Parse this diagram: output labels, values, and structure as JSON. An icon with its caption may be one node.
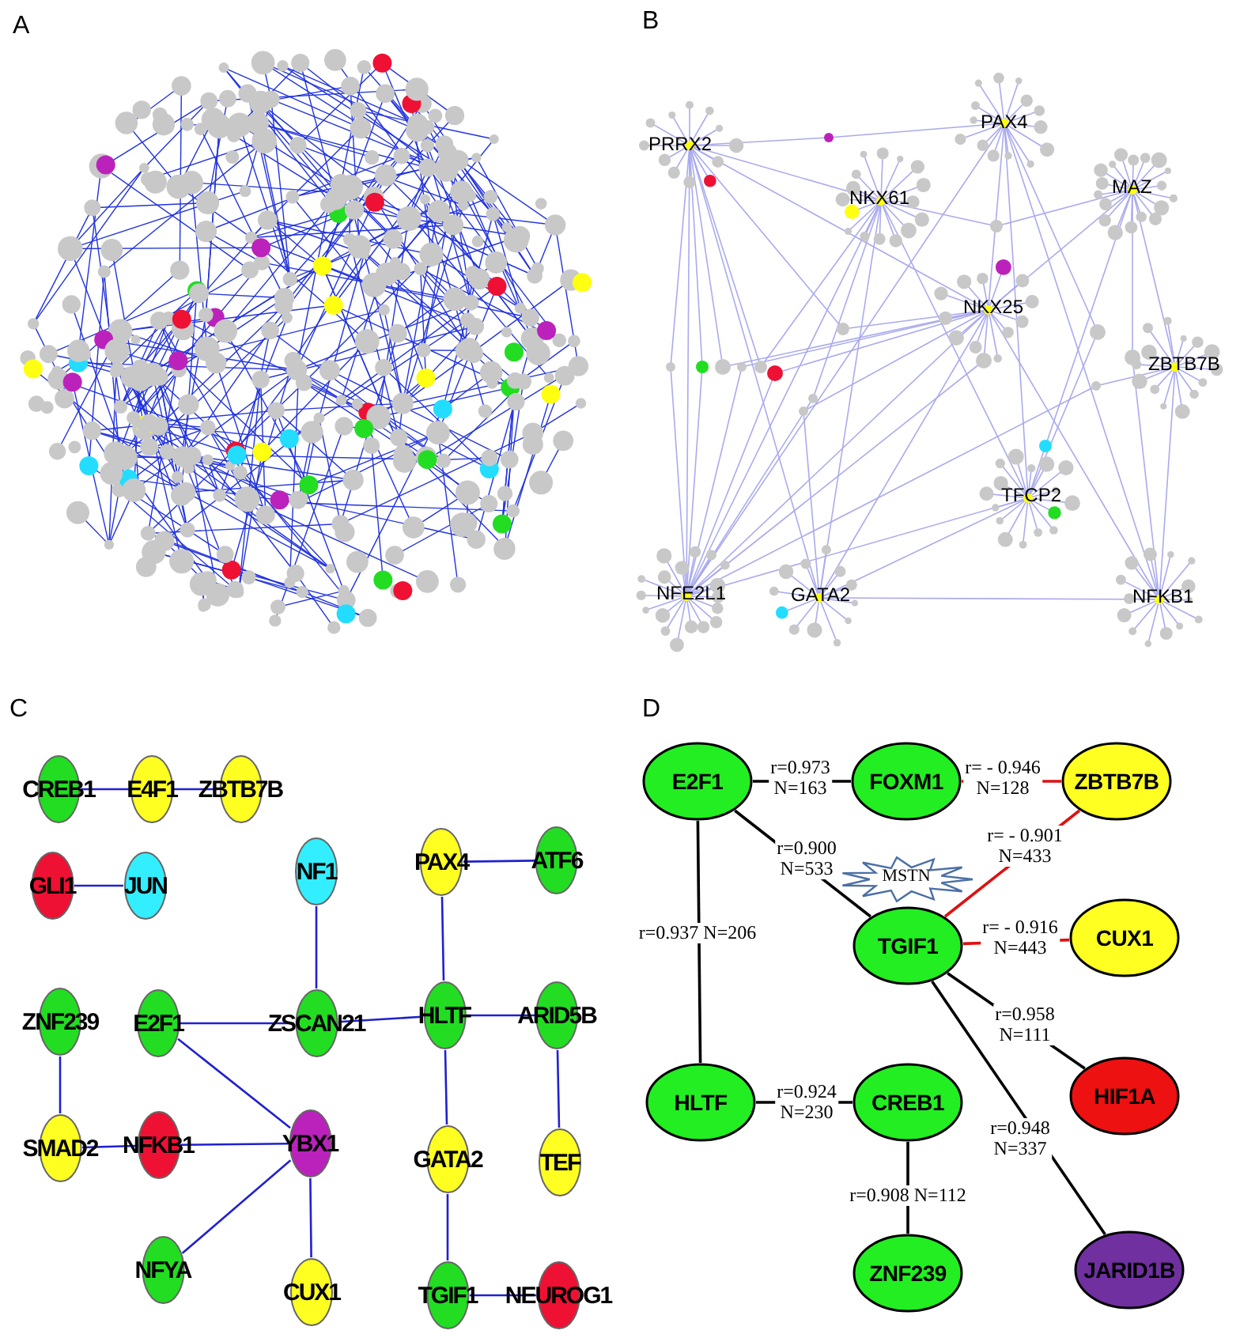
{
  "diagram": {
    "nodes": [
      {
        "text": [
          "CREB1"
        ]
      },
      {
        "text": [
          "E4F1"
        ]
      },
      {
        "text": [
          "ZBTB7B"
        ]
      },
      {
        "text": [
          "GLI1"
        ]
      },
      {
        "text": [
          "JUN"
        ]
      },
      {
        "text": [
          "NF1"
        ]
      },
      {
        "text": [
          "PAX4"
        ]
      },
      {
        "text": [
          "ATF6"
        ]
      },
      {
        "text": [
          "ZNF239"
        ]
      },
      {
        "text": [
          "E2F1"
        ]
      },
      {
        "text": [
          "ZSCAN21"
        ]
      },
      {
        "text": [
          "HLTF"
        ]
      },
      {
        "text": [
          "ARID5B"
        ]
      },
      {
        "text": [
          "SMAD2"
        ]
      },
      {
        "text": [
          "NFKB1"
        ]
      },
      {
        "text": [
          "YBX1"
        ]
      },
      {
        "text": [
          "GATA2"
        ]
      },
      {
        "text": [
          "TEF"
        ]
      },
      {
        "text": [
          "NFYA"
        ]
      },
      {
        "text": [
          "CUX1"
        ]
      },
      {
        "text": [
          "TGIF1"
        ]
      },
      {
        "text": [
          "NEUROG1"
        ]
      },
      {
        "text": [
          "E2F1"
        ]
      },
      {
        "text": [
          "FOXM1"
        ]
      },
      {
        "text": [
          "ZBTB7B"
        ]
      },
      {
        "text": [
          "TGIF1"
        ]
      },
      {
        "text": [
          "CUX1"
        ]
      },
      {
        "text": [
          "HLTF"
        ]
      },
      {
        "text": [
          "CREB1"
        ]
      },
      {
        "text": [
          "HIF1A"
        ]
      },
      {
        "text": [
          "ZNF239"
        ]
      },
      {
        "text": [
          "JARID1B"
        ]
      },
      {
        "text": [
          "MSTN"
        ]
      }
    ],
    "edges": [
      {
        "from": 0,
        "to": 1,
        "arrow": "none"
      },
      {
        "from": 1,
        "to": 2,
        "arrow": "none"
      },
      {
        "from": 3,
        "to": 4,
        "arrow": "none"
      },
      {
        "from": 6,
        "to": 7,
        "arrow": "none"
      },
      {
        "from": 5,
        "to": 10,
        "arrow": "none"
      },
      {
        "from": 9,
        "to": 10,
        "arrow": "none"
      },
      {
        "from": 10,
        "to": 11,
        "arrow": "none"
      },
      {
        "from": 11,
        "to": 12,
        "arrow": "none"
      },
      {
        "from": 6,
        "to": 11,
        "arrow": "none"
      },
      {
        "from": 8,
        "to": 13,
        "arrow": "none"
      },
      {
        "from": 13,
        "to": 14,
        "arrow": "none"
      },
      {
        "from": 14,
        "to": 15,
        "arrow": "none"
      },
      {
        "from": 9,
        "to": 15,
        "arrow": "none"
      },
      {
        "from": 11,
        "to": 16,
        "arrow": "none"
      },
      {
        "from": 12,
        "to": 17,
        "arrow": "none"
      },
      {
        "from": 15,
        "to": 18,
        "arrow": "none"
      },
      {
        "from": 15,
        "to": 19,
        "arrow": "none"
      },
      {
        "from": 16,
        "to": 20,
        "arrow": "none"
      },
      {
        "from": 20,
        "to": 21,
        "arrow": "none"
      },
      {
        "from": 22,
        "to": 23,
        "arrow": "none",
        "label": "r=0.973 N=163",
        "color": "#000000"
      },
      {
        "from": 23,
        "to": 24,
        "arrow": "none",
        "label": "r= - 0.946 N=128",
        "color": "#dd1111"
      },
      {
        "from": 22,
        "to": 25,
        "arrow": "none",
        "label": "r=0.900 N=533",
        "color": "#000000"
      },
      {
        "from": 24,
        "to": 25,
        "arrow": "none",
        "label": "r= - 0.901 N=433",
        "color": "#dd1111"
      },
      {
        "from": 25,
        "to": 26,
        "arrow": "none",
        "label": "r= - 0.916 N=443",
        "color": "#dd1111"
      },
      {
        "from": 22,
        "to": 27,
        "arrow": "none",
        "label": "r=0.937 N=206",
        "color": "#000000"
      },
      {
        "from": 27,
        "to": 28,
        "arrow": "none",
        "label": "r=0.924 N=230",
        "color": "#000000"
      },
      {
        "from": 25,
        "to": 29,
        "arrow": "none",
        "label": "r=0.958 N=111",
        "color": "#000000"
      },
      {
        "from": 25,
        "to": 31,
        "arrow": "none",
        "label": "r=0.948 N=337",
        "color": "#000000"
      },
      {
        "from": 28,
        "to": 30,
        "arrow": "none",
        "label": "r=0.908 N=112",
        "color": "#000000"
      }
    ],
    "labels": [
      "A",
      "B",
      "PRRX2",
      "PAX4",
      "NKX61",
      "MAZ",
      "NKX25",
      "ZBTB7B",
      "TFCP2",
      "NFE2L1",
      "GATA2",
      "NFKB1",
      "C",
      "D"
    ]
  }
}
